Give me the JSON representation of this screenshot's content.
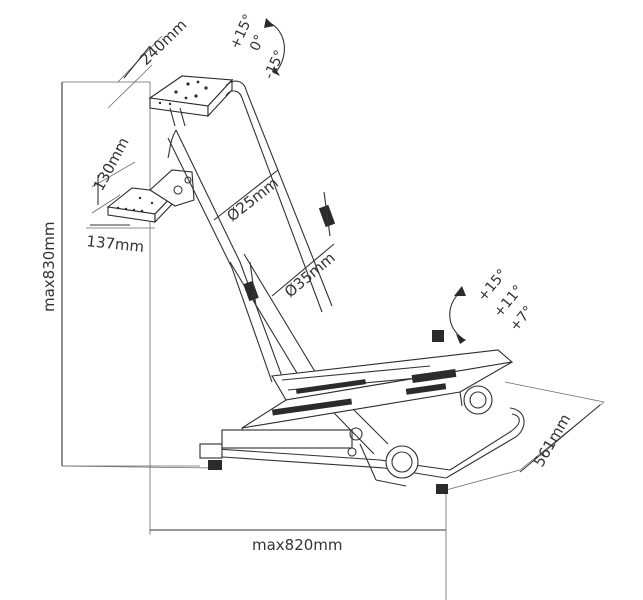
{
  "dimensions": {
    "mount_length": "240mm",
    "plate_width": "130mm",
    "plate_depth": "137mm",
    "height": "max830mm",
    "diameter_upper_tube": "Ø25mm",
    "diameter_lower_tube": "Ø35mm",
    "base_length": "max820mm",
    "base_width": "561mm"
  },
  "wheel_tilt": {
    "plus": "+15°",
    "zero": "0°",
    "minus": "-15°"
  },
  "pedal_tilt": {
    "high": "+15°",
    "mid": "+11°",
    "low": "+7°"
  },
  "colors": {
    "line": "#333333",
    "background": "#ffffff"
  }
}
